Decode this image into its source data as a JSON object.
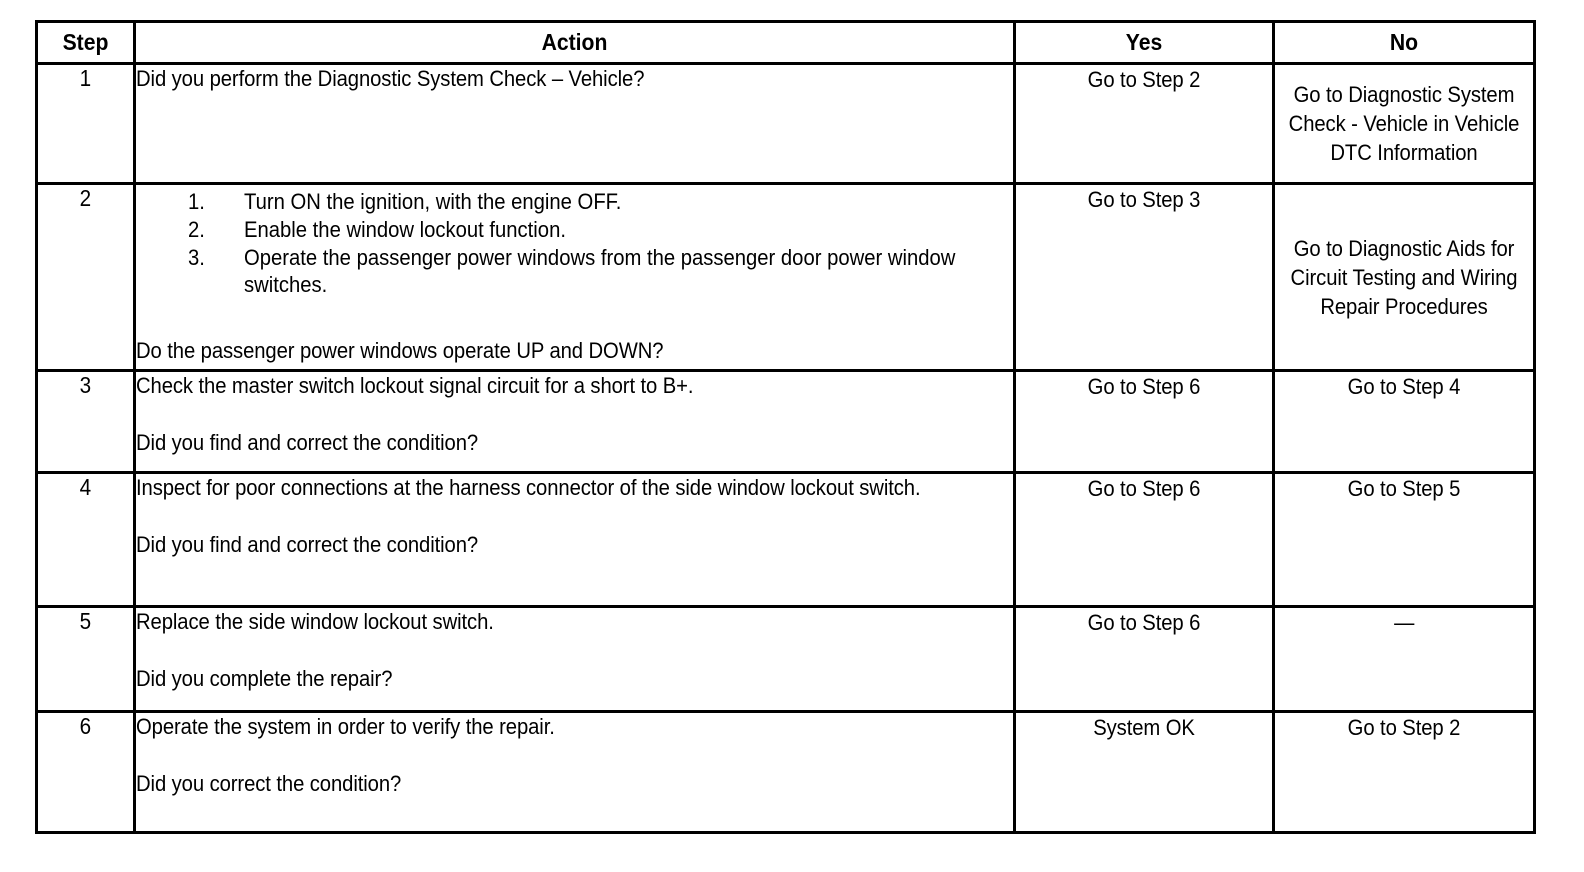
{
  "table": {
    "headers": {
      "step": "Step",
      "action": "Action",
      "yes": "Yes",
      "no": "No"
    },
    "rows": [
      {
        "step": "1",
        "action_lead": "Did you perform the Diagnostic System Check – Vehicle?",
        "action_question": "",
        "substeps": [],
        "yes": "Go to Step 2",
        "no": "Go to Diagnostic System Check - Vehicle in Vehicle DTC Information"
      },
      {
        "step": "2",
        "action_lead": "",
        "substeps": [
          "Turn ON the ignition, with the engine OFF.",
          "Enable the window lockout function.",
          "Operate the passenger power windows from the passenger door power window switches."
        ],
        "action_question": "Do the passenger power windows operate UP and DOWN?",
        "yes": "Go to Step 3",
        "no": "Go to Diagnostic Aids for Circuit Testing and Wiring Repair Procedures"
      },
      {
        "step": "3",
        "action_lead": "Check the master switch lockout signal circuit for a short to B+.",
        "substeps": [],
        "action_question": "Did you find and correct the condition?",
        "yes": "Go to Step 6",
        "no": "Go to Step 4"
      },
      {
        "step": "4",
        "action_lead": "Inspect for poor connections at the harness connector of the side window lockout switch.",
        "substeps": [],
        "action_question": "Did you find and correct the condition?",
        "yes": "Go to Step 6",
        "no": "Go to Step 5"
      },
      {
        "step": "5",
        "action_lead": "Replace the side window lockout switch.",
        "substeps": [],
        "action_question": "Did you complete the repair?",
        "yes": "Go to Step 6",
        "no": "—"
      },
      {
        "step": "6",
        "action_lead": "Operate the system in order to verify the repair.",
        "substeps": [],
        "action_question": "Did you correct the condition?",
        "yes": "System OK",
        "no": "Go to Step 2"
      }
    ],
    "substep_numbers": [
      "1.",
      "2.",
      "3."
    ]
  },
  "colors": {
    "border": "#000000",
    "text": "#000000",
    "background": "#ffffff"
  }
}
